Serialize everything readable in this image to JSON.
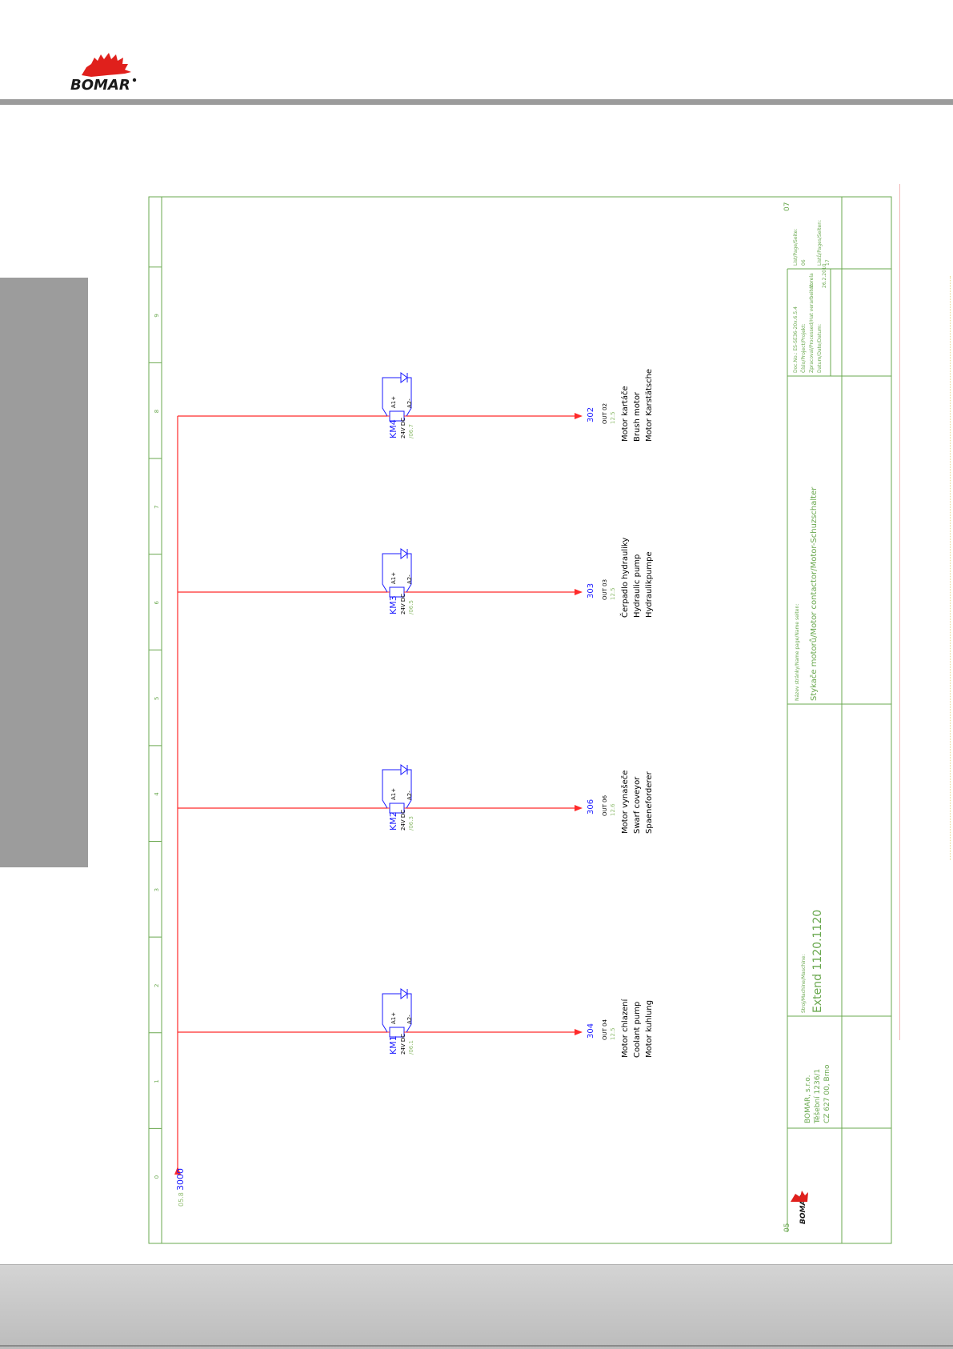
{
  "header": {
    "logo_text": "BOMAR",
    "logo_color": "#e0201c"
  },
  "colors": {
    "frame": "#6aa84f",
    "wire": "#ff2a2a",
    "device_tag": "#1a1aff",
    "coil": "#1a1aff",
    "text": "#000000",
    "ref": "#8fbc6f"
  },
  "diagram": {
    "start": {
      "page_ref": "05.8",
      "potential": "3000"
    },
    "columns": [
      "0",
      "1",
      "2",
      "3",
      "4",
      "5",
      "6",
      "7",
      "8",
      "9"
    ],
    "contactors": [
      {
        "tag": "KM1",
        "voltage": "24V DC",
        "ref": "/06.1",
        "a1": "A1+",
        "a2": "A2-",
        "wire": "304",
        "output": "OUT 04",
        "out_ref": "12.5",
        "desc": [
          "Motor chlazení",
          "Coolant pump",
          "Motor kuhlung"
        ]
      },
      {
        "tag": "KM2",
        "voltage": "24V DC",
        "ref": "/06.3",
        "a1": "A1+",
        "a2": "A2-",
        "wire": "306",
        "output": "OUT 06",
        "out_ref": "12.6",
        "desc": [
          "Motor vynašeče",
          "Swarf coveyor",
          "Spaeneforderer"
        ]
      },
      {
        "tag": "KM3",
        "voltage": "24V DC",
        "ref": "/06.5",
        "a1": "A1+",
        "a2": "A2-",
        "wire": "303",
        "output": "OUT 03",
        "out_ref": "12.5",
        "desc": [
          "Čerpadlo hydrauliky",
          "Hydraulic pump",
          "Hydraulikpumpe"
        ]
      },
      {
        "tag": "KM4",
        "voltage": "24V DC",
        "ref": "/06.7",
        "a1": "A1+",
        "a2": "A2-",
        "wire": "302",
        "output": "OUT 02",
        "out_ref": "12.5",
        "desc": [
          "Motor kartáče",
          "Brush motor",
          "Motor Karstätsche"
        ]
      }
    ]
  },
  "title_block": {
    "prev_page": "05",
    "next_page": "07",
    "company": [
      "BOMAR, s.r.o.",
      "Těšební 1236/1",
      "CZ 627 00, Brno"
    ],
    "machine_label": "Stroj/Machine/Maschine:",
    "machine": "Extend 1120.1120",
    "page_name_label": "Název stránky/Name page/Name seiten:",
    "page_name": "Stykače motorů/Motor contactor/Motor-Schuzschalter",
    "doc_no": "Doc.No.: ES-SE36-20x.6.5.4",
    "project_label": "Číslo/Project/Projekt:",
    "processed_label": "Zpracoval/Processed/Hat verarbeitet:",
    "processed_by": "Vorela",
    "date_label": "Datum/Date/Datum:",
    "date": "26.2.2010",
    "page_label": "List/Page/Seite:",
    "page_no": "06",
    "pages_label": "Listů/Pages/Seiten:",
    "pages_no": "17"
  }
}
